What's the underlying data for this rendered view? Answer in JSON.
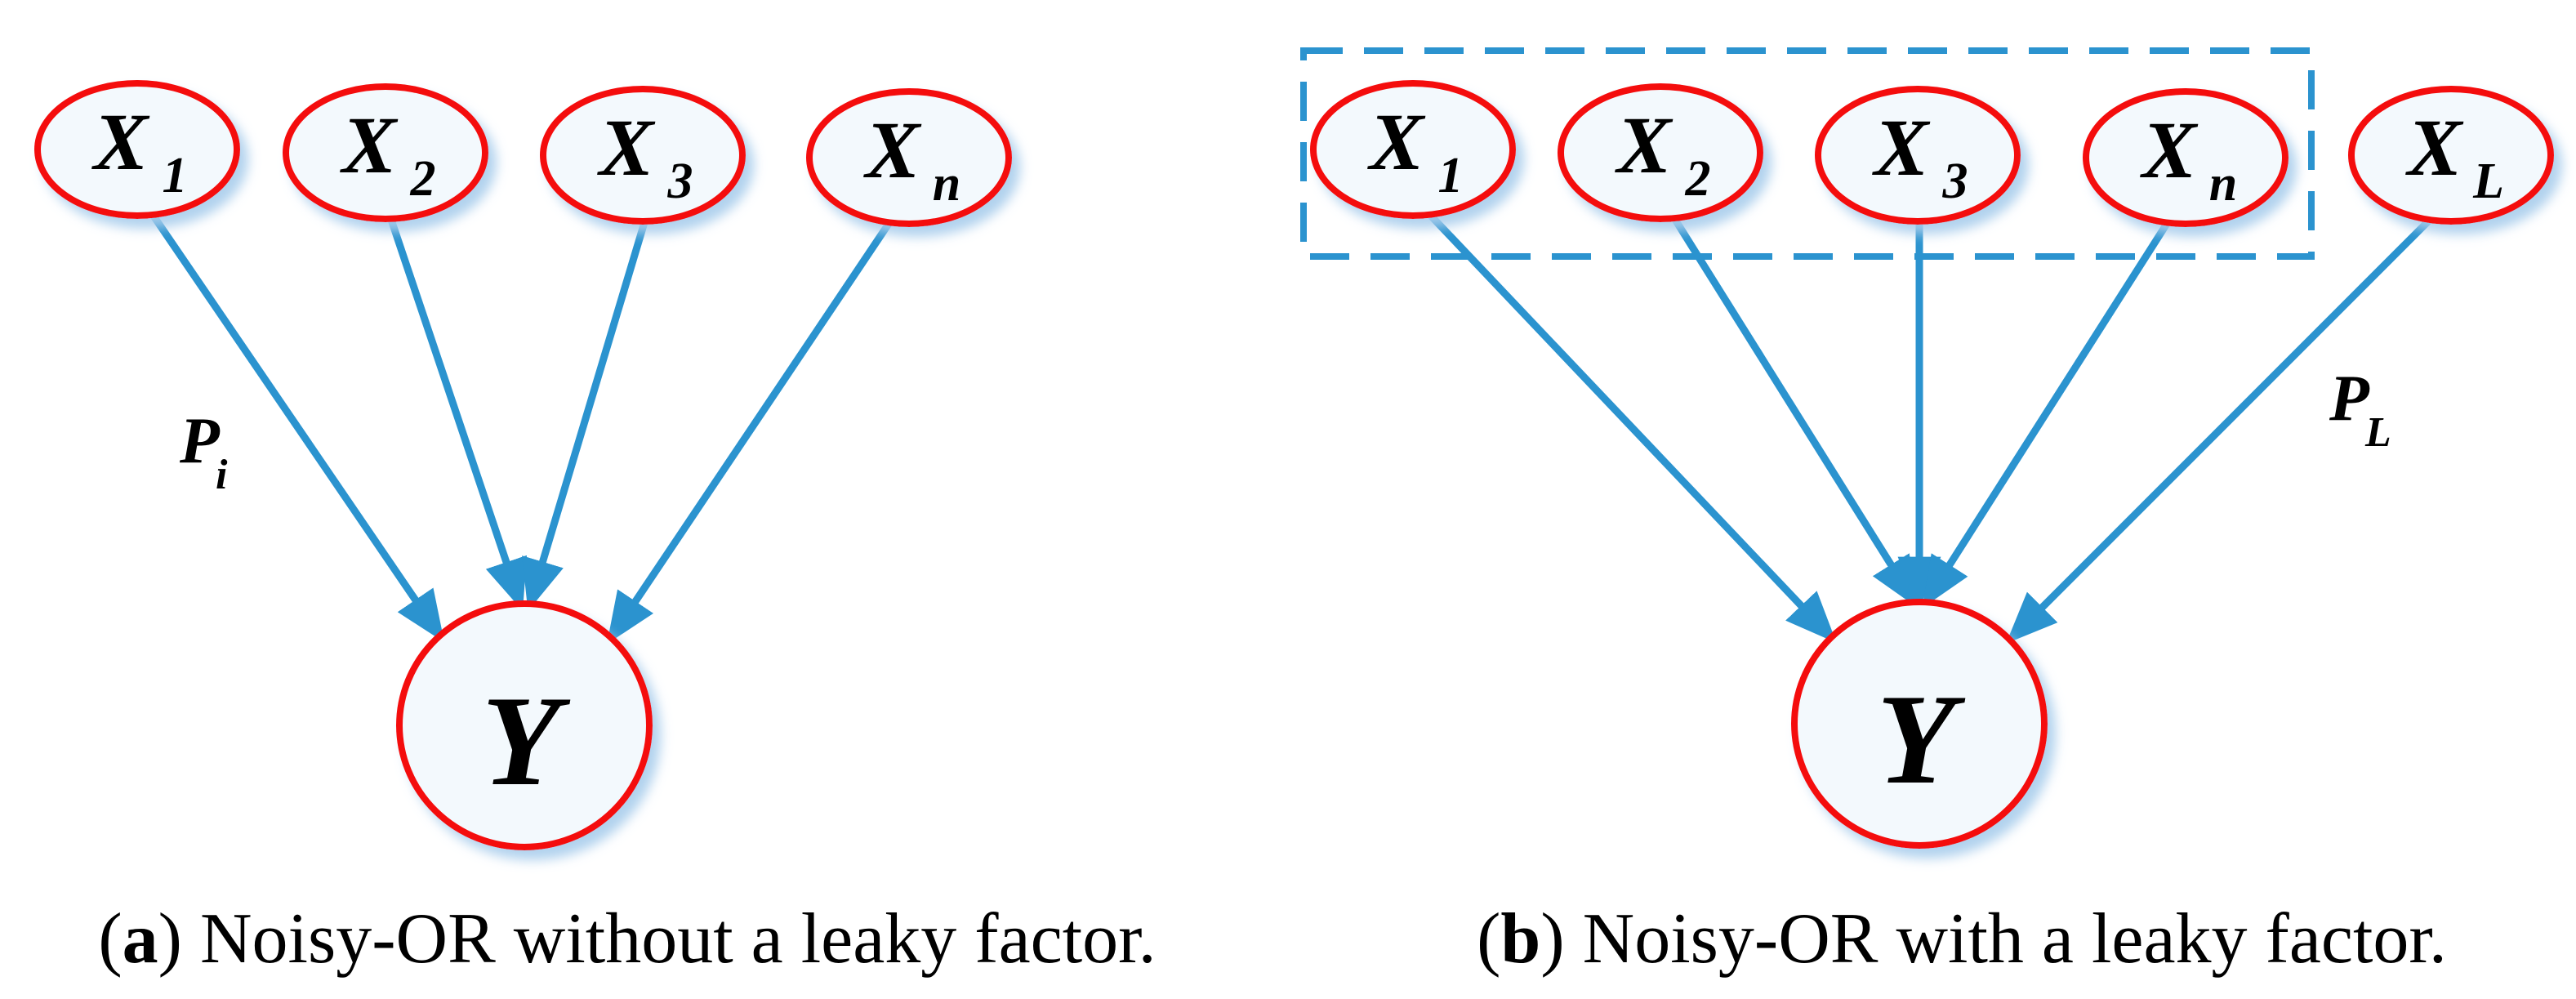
{
  "colors": {
    "node_stroke": "#f40d0d",
    "arrow": "#2b93cf",
    "node_fill": "#f3f9fd",
    "shadow": "#a9cdec",
    "text": "#000000"
  },
  "left": {
    "nodes": [
      {
        "base": "X",
        "sub": "1"
      },
      {
        "base": "X",
        "sub": "2"
      },
      {
        "base": "X",
        "sub": "3"
      },
      {
        "base": "X",
        "sub": "n"
      }
    ],
    "output_label": "Y",
    "edge_label": {
      "base": "P",
      "sub": "i"
    },
    "caption": {
      "open": "(",
      "letter": "a",
      "rest": ") Noisy-OR without a leaky factor."
    }
  },
  "right": {
    "nodes": [
      {
        "base": "X",
        "sub": "1"
      },
      {
        "base": "X",
        "sub": "2"
      },
      {
        "base": "X",
        "sub": "3"
      },
      {
        "base": "X",
        "sub": "n"
      },
      {
        "base": "X",
        "sub": "L"
      }
    ],
    "output_label": "Y",
    "edge_label": {
      "base": "P",
      "sub": "L"
    },
    "caption": {
      "open": "(",
      "letter": "b",
      "rest": ") Noisy-OR with a leaky factor."
    }
  }
}
